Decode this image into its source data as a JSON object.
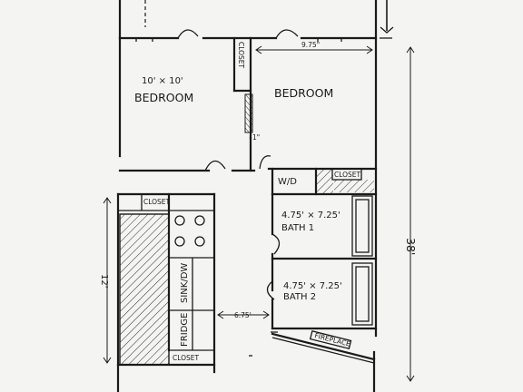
{
  "labels": {
    "bedroom_left_size": "10' × 10'",
    "bedroom_left": "BEDROOM",
    "bedroom_right": "BEDROOM",
    "closet_vertical": "CLOSET",
    "closet_small_tick": "1\"",
    "dim_top_right": "9.75\"",
    "wd": "W/D",
    "closet_right": "CLOSET",
    "closet_kitchen_top": "CLOSET",
    "bath1_size": "4.75' × 7.25'",
    "bath1": "BATH 1",
    "bath2_size": "4.75' × 7.25'",
    "bath2": "BATH 2",
    "sink_dw": "SINK/DW",
    "fridge": "FRIDGE",
    "closet_kitchen_bottom": "CLOSET",
    "dim_hall": "6.75'",
    "dim_left": "12'",
    "dim_right": "38'",
    "fireplace": "FIREPLACE"
  },
  "colors": {
    "ink": "#1a1a1a",
    "paper": "#f4f4f2"
  }
}
